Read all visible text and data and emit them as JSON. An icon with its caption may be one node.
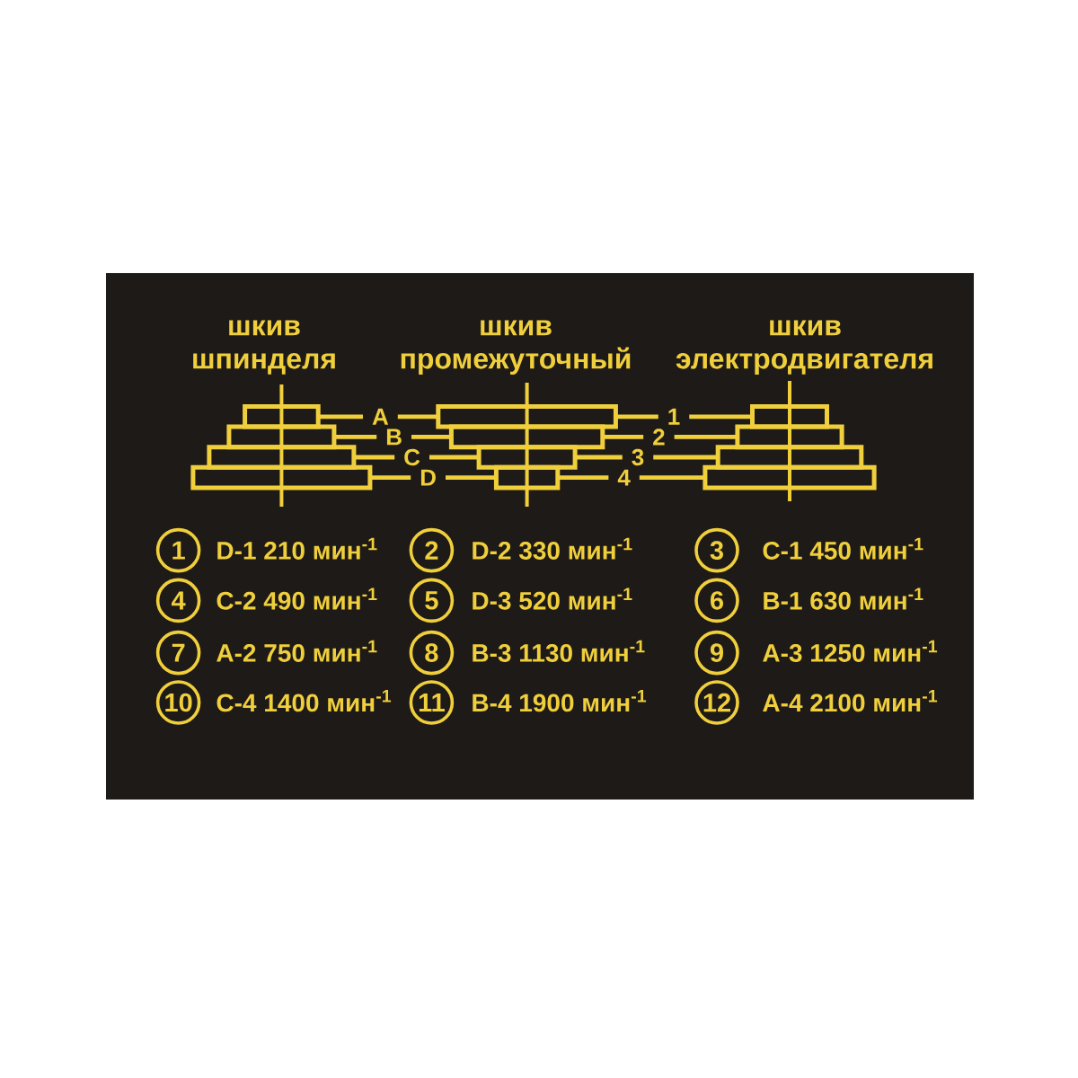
{
  "diagram": {
    "nodes": [
      {
        "text": [],
        "shape": "box"
      },
      {
        "text": [],
        "shape": "box"
      },
      {
        "text": [],
        "shape": "box"
      },
      {
        "text": [],
        "shape": "box"
      },
      {
        "text": [
          "A"
        ]
      },
      {
        "text": [
          "B"
        ]
      },
      {
        "text": [
          "C"
        ]
      },
      {
        "text": [
          "D"
        ]
      },
      {
        "text": [],
        "shape": "box"
      },
      {
        "text": [],
        "shape": "box"
      },
      {
        "text": [],
        "shape": "box"
      },
      {
        "text": [],
        "shape": "box"
      },
      {
        "text": [
          "1"
        ]
      },
      {
        "text": [
          "2"
        ]
      },
      {
        "text": [
          "3"
        ]
      },
      {
        "text": [
          "4"
        ]
      },
      {
        "text": [],
        "shape": "box"
      },
      {
        "text": [],
        "shape": "box"
      },
      {
        "text": [],
        "shape": "box"
      },
      {
        "text": [],
        "shape": "box"
      },
      {
        "text": [
          "1"
        ],
        "beside": [
          "D-1 210 мин$^{-1}$"
        ]
      },
      {
        "text": [
          "2"
        ],
        "beside": [
          "D-2 330 мин$^{-1}$"
        ]
      },
      {
        "text": [
          "3"
        ],
        "beside": [
          "C-1 450 мин$^{-1}$"
        ]
      },
      {
        "text": [
          "4"
        ],
        "beside": [
          "C-2 490 мин$^{-1}$"
        ]
      },
      {
        "text": [
          "5"
        ],
        "beside": [
          "D-3 520 мин$^{-1}$"
        ]
      },
      {
        "text": [
          "6"
        ],
        "beside": [
          "B-1 630 мин$^{-1}$"
        ]
      },
      {
        "text": [
          "7"
        ],
        "beside": [
          "A-2 750 мин$^{-1}$"
        ]
      },
      {
        "text": [
          "8"
        ],
        "beside": [
          "B-3 1130 мин$^{-1}$"
        ]
      },
      {
        "text": [
          "9"
        ],
        "beside": [
          "A-3 1250 мин$^{-1}$"
        ]
      },
      {
        "text": [
          "10"
        ],
        "beside": [
          "C-4 1400 мин$^{-1}$"
        ]
      },
      {
        "text": [
          "11"
        ],
        "beside": [
          "B-4 1900 мин$^{-1}$"
        ]
      },
      {
        "text": [
          "12"
        ],
        "beside": [
          "A-4 2100 мин$^{-1}$"
        ]
      }
    ],
    "edges": [
      {
        "from": 4,
        "to": 0,
        "arrow": "none"
      },
      {
        "from": 5,
        "to": 1,
        "arrow": "none"
      },
      {
        "from": 6,
        "to": 2,
        "arrow": "none"
      },
      {
        "from": 7,
        "to": 3,
        "arrow": "none"
      },
      {
        "from": 4,
        "to": 8,
        "arrow": "none"
      },
      {
        "from": 5,
        "to": 9,
        "arrow": "none"
      },
      {
        "from": 6,
        "to": 10,
        "arrow": "none"
      },
      {
        "from": 7,
        "to": 11,
        "arrow": "none"
      },
      {
        "from": 12,
        "to": 8,
        "arrow": "none"
      },
      {
        "from": 13,
        "to": 9,
        "arrow": "none"
      },
      {
        "from": 14,
        "to": 10,
        "arrow": "none"
      },
      {
        "from": 15,
        "to": 11,
        "arrow": "none"
      },
      {
        "from": 12,
        "to": 16,
        "arrow": "none"
      },
      {
        "from": 13,
        "to": 17,
        "arrow": "none"
      },
      {
        "from": 14,
        "to": 18,
        "arrow": "none"
      },
      {
        "from": 15,
        "to": 19,
        "arrow": "none"
      }
    ],
    "labels": [
      "шкив шпинделя",
      "шкив промежуточный",
      "шкив электродвигателя"
    ]
  }
}
